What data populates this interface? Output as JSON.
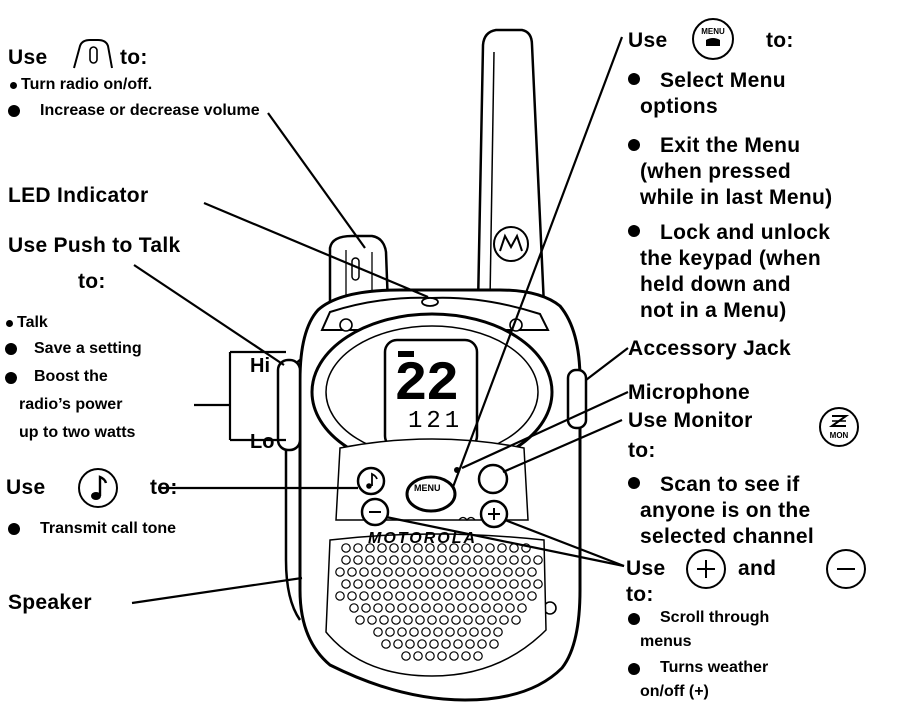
{
  "volume": {
    "use": "Use",
    "to": "to:",
    "items": [
      "Turn radio on/off.",
      "Increase or decrease volume"
    ]
  },
  "led": "LED Indicator",
  "ptt": {
    "title": "Use Push to Talk",
    "to": "to:",
    "items": [
      "Talk",
      "Save a setting",
      "Boost the",
      "radio’s power",
      "up to two watts"
    ],
    "hi": "Hi",
    "lo": "Lo"
  },
  "tone": {
    "use": "Use",
    "to": "to:",
    "items": [
      "Transmit call tone"
    ]
  },
  "speaker": "Speaker",
  "menu": {
    "use": "Use",
    "to": "to:",
    "button_label": "MENU",
    "items": [
      [
        "Select Menu",
        "options"
      ],
      [
        "Exit the Menu",
        "(when pressed",
        "while in last Menu)"
      ],
      [
        "Lock and unlock",
        "the keypad (when",
        "held down and",
        "not in a Menu)"
      ]
    ]
  },
  "accessory": "Accessory Jack",
  "microphone": "Microphone",
  "monitor": {
    "title": "Use Monitor",
    "to": "to:",
    "button_label": "MON",
    "items": [
      [
        "Scan to see if",
        "anyone is on the",
        "selected channel"
      ]
    ]
  },
  "scroll": {
    "use": "Use",
    "and": "and",
    "to": "to:",
    "items": [
      [
        "Scroll through",
        "menus"
      ],
      [
        "Turns weather",
        "on/off (+)"
      ]
    ]
  },
  "display": {
    "channel": "22",
    "code": "121"
  },
  "brand": "MOTOROLA"
}
